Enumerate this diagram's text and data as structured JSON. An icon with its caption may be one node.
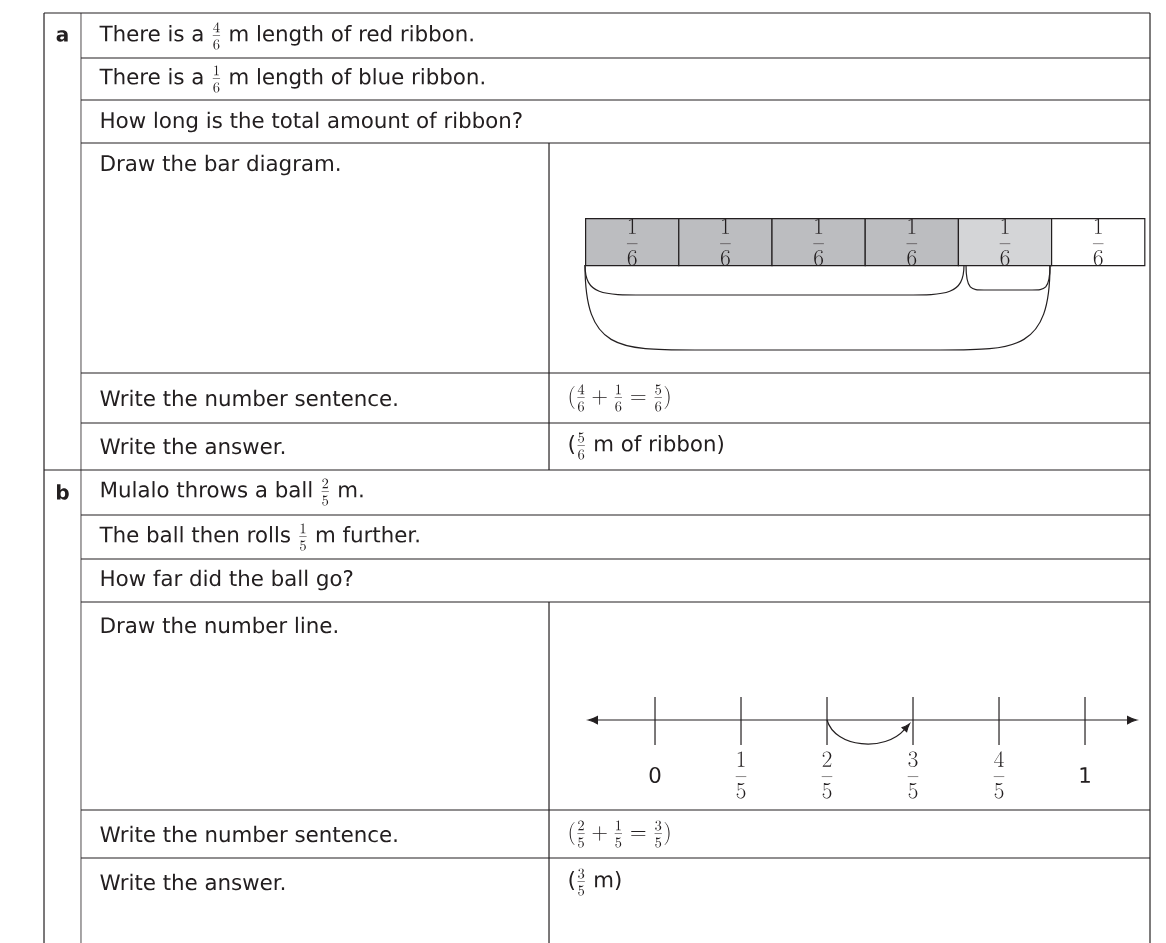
{
  "diagram": {
    "labels": [
      "a",
      "There is a",
      "\\frac{4}{6}",
      "m length of red ribbon.",
      "There is a",
      "\\frac{1}{6}",
      "m length of blue ribbon.",
      "How long is the total amount of ribbon?",
      "Draw the bar diagram.",
      "\\frac{1}{6}",
      "\\frac{1}{6}",
      "\\frac{1}{6}",
      "\\frac{1}{6}",
      "\\frac{1}{6}",
      "\\frac{1}{6}",
      "Write the number sentence.",
      "(\\frac{4}{6} + \\frac{1}{6} = \\frac{5}{6})",
      "Write the answer.",
      "(",
      "\\frac{5}{6}",
      "m of ribbon)",
      "b",
      "Mulalo throws a ball",
      "\\frac{2}{5}",
      "m.",
      "The ball then rolls",
      "\\frac{1}{5}",
      "m further.",
      "How far did the ball go?",
      "Draw the number line.",
      "0",
      "\\frac{1}{5}",
      "\\frac{2}{5}",
      "\\frac{3}{5}",
      "\\frac{4}{5}",
      "1",
      "Write the number sentence.",
      "(\\frac{2}{5} + \\frac{1}{5} = \\frac{3}{5})",
      "Write the answer.",
      "(",
      "\\frac{3}{5}",
      "m)"
    ]
  }
}
